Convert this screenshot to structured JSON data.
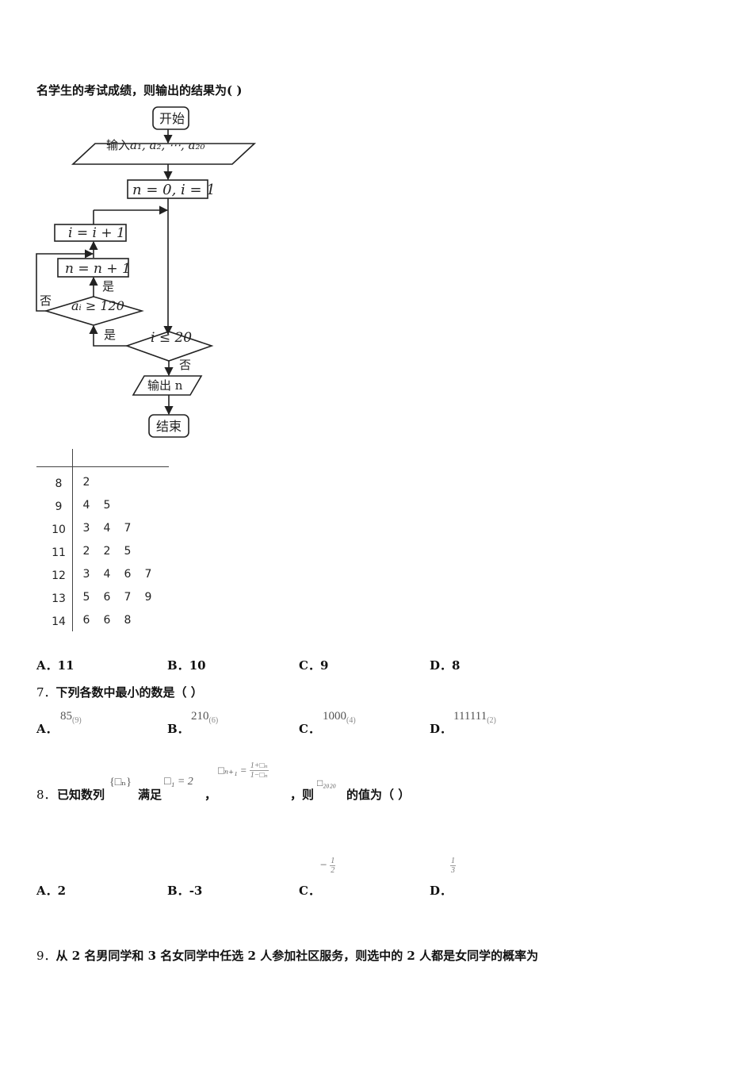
{
  "intro_line": "名学生的考试成绩，则输出的结果为(    )",
  "flowchart": {
    "start": "开始",
    "input_prefix": "输入",
    "input_vars": "a₁, a₂, ⋯, a₂₀",
    "init": "n = 0, i = 1",
    "increment_i": "i = i + 1",
    "increment_n": "n = n + 1",
    "yes_inner": "是",
    "no_inner": "否",
    "cond_inner": "aᵢ ≥ 120",
    "cond_outer": "i ≤ 20",
    "yes_outer": "是",
    "no_outer": "否",
    "output": "输出 n",
    "end": "结束"
  },
  "stem_leaf": {
    "rows": [
      {
        "stem": "8",
        "leaves": [
          "2"
        ]
      },
      {
        "stem": "9",
        "leaves": [
          "4",
          "5"
        ]
      },
      {
        "stem": "10",
        "leaves": [
          "3",
          "4",
          "7"
        ]
      },
      {
        "stem": "11",
        "leaves": [
          "2",
          "2",
          "5"
        ]
      },
      {
        "stem": "12",
        "leaves": [
          "3",
          "4",
          "6",
          "7"
        ]
      },
      {
        "stem": "13",
        "leaves": [
          "5",
          "6",
          "7",
          "9"
        ]
      },
      {
        "stem": "14",
        "leaves": [
          "6",
          "6",
          "8"
        ]
      }
    ]
  },
  "q6_options": [
    {
      "label": "A．",
      "value": "11"
    },
    {
      "label": "B．",
      "value": "10"
    },
    {
      "label": "C．",
      "value": "9"
    },
    {
      "label": "D．",
      "value": "8"
    }
  ],
  "q7": {
    "number": "7．",
    "text": "下列各数中最小的数是（        ）",
    "options": [
      {
        "label": "A．",
        "base_value": "85",
        "radix": "(9)"
      },
      {
        "label": "B．",
        "base_value": "210",
        "radix": "(6)"
      },
      {
        "label": "C．",
        "base_value": "1000",
        "radix": "(4)"
      },
      {
        "label": "D．",
        "base_value": "111111",
        "radix": "(2)"
      }
    ]
  },
  "q8": {
    "number": "8．",
    "text_1": "已知数列",
    "seq": "{□ₙ}",
    "text_2": "满足",
    "a1": "□₁ = 2",
    "comma": "，",
    "recur_lhs": "□ₙ₊₁ =",
    "recur_num": "1+□ₙ",
    "recur_den": "1−□ₙ",
    "text_3": "，则",
    "a2020": "□₂₀₂₀",
    "text_4": "的值为（    ）",
    "options": [
      {
        "label": "A．",
        "value": "2"
      },
      {
        "label": "B．",
        "value": "-3"
      },
      {
        "label": "C．",
        "sign": "−",
        "num": "1",
        "den": "2"
      },
      {
        "label": "D．",
        "num": "1",
        "den": "3"
      }
    ]
  },
  "q9": {
    "number": "9．",
    "text": "从 2 名男同学和 3 名女同学中任选 2 人参加社区服务，则选中的 2 人都是女同学的概率为"
  }
}
